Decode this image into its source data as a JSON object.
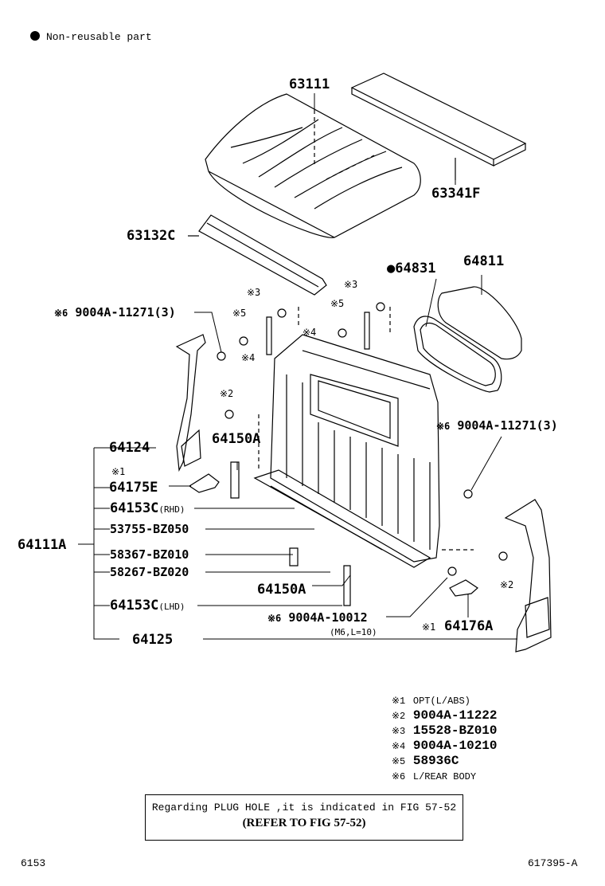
{
  "legend": {
    "non_reusable": "Non-reusable part"
  },
  "parts": {
    "p63111": "63111",
    "p63341F": "63341F",
    "p63132C": "63132C",
    "p64831": "64831",
    "p64811": "64811",
    "bolt_top_left": "9004A-11271(3)",
    "bolt_top_left_mark": "※6",
    "m3_a": "※3",
    "m3_b": "※3",
    "m5_a": "※5",
    "m5_b": "※5",
    "m4_a": "※4",
    "m4_b": "※4",
    "m2_a": "※2",
    "m2_b": "※2",
    "bolt_right_mark": "※6",
    "bolt_right": "9004A-11271(3)",
    "p64124": "64124",
    "p64150A_top": "64150A",
    "m1_a": "※1",
    "p64175E": "64175E",
    "p64153C_rhd": "64153C",
    "rhd": "(RHD)",
    "p53755": "53755-BZ050",
    "p64111A": "64111A",
    "p58367": "58367-BZ010",
    "p58267": "58267-BZ020",
    "p64150A_bottom": "64150A",
    "p64153C_lhd": "64153C",
    "lhd": "(LHD)",
    "bolt_bottom_mark": "※6",
    "bolt_bottom": "9004A-10012",
    "bolt_bottom_spec": "(M6,L=10)",
    "m1_b": "※1",
    "p64176A": "64176A",
    "p64125": "64125"
  },
  "notes": [
    {
      "mark": "※1",
      "value": "OPT(L/ABS)",
      "style": "s"
    },
    {
      "mark": "※2",
      "value": "9004A-11222",
      "style": "b"
    },
    {
      "mark": "※3",
      "value": "15528-BZ010",
      "style": "b"
    },
    {
      "mark": "※4",
      "value": "9004A-10210",
      "style": "b"
    },
    {
      "mark": "※5",
      "value": "58936C",
      "style": "b"
    },
    {
      "mark": "※6",
      "value": "L/REAR BODY",
      "style": "s"
    }
  ],
  "note_box": {
    "line1": "Regarding PLUG HOLE ,it is indicated in FIG 57-52",
    "line2": "(REFER TO FIG 57-52)"
  },
  "page": {
    "left": "6153",
    "right": "617395-A"
  }
}
